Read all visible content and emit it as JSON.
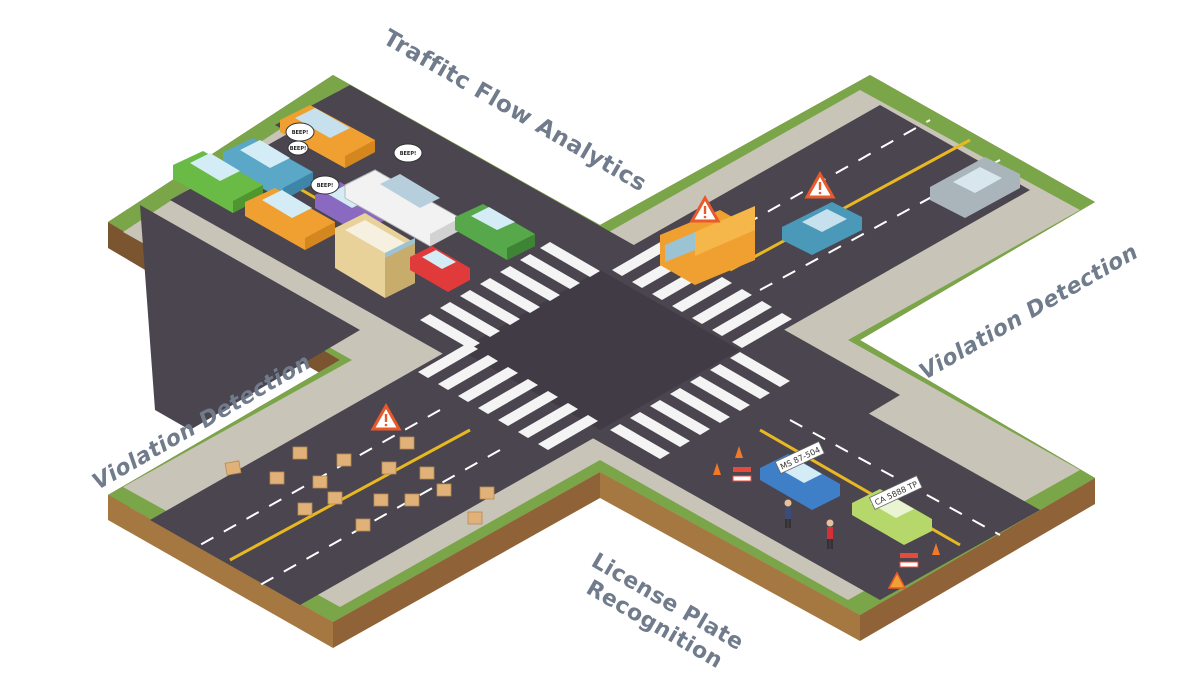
{
  "labels": {
    "traffic_flow": "Traffitc Flow  Analytics",
    "violation_left": "Violation Detection",
    "violation_right": "Violation Detection",
    "license_line1": "License Plate",
    "license_line2": "Recognition"
  },
  "plates": {
    "blue_car": "MS 87-504",
    "green_car": "CA 5888 TP"
  },
  "beeps": [
    "BEEP!",
    "BEEP!",
    "BEEP!",
    "BEEP!"
  ],
  "colors": {
    "grass": "#7aa548",
    "soil": "#b98a4e",
    "road": "#4a454f",
    "sidewalk": "#c9c4b8",
    "lane_yellow": "#e8b823",
    "warning": "#e85a2c"
  }
}
